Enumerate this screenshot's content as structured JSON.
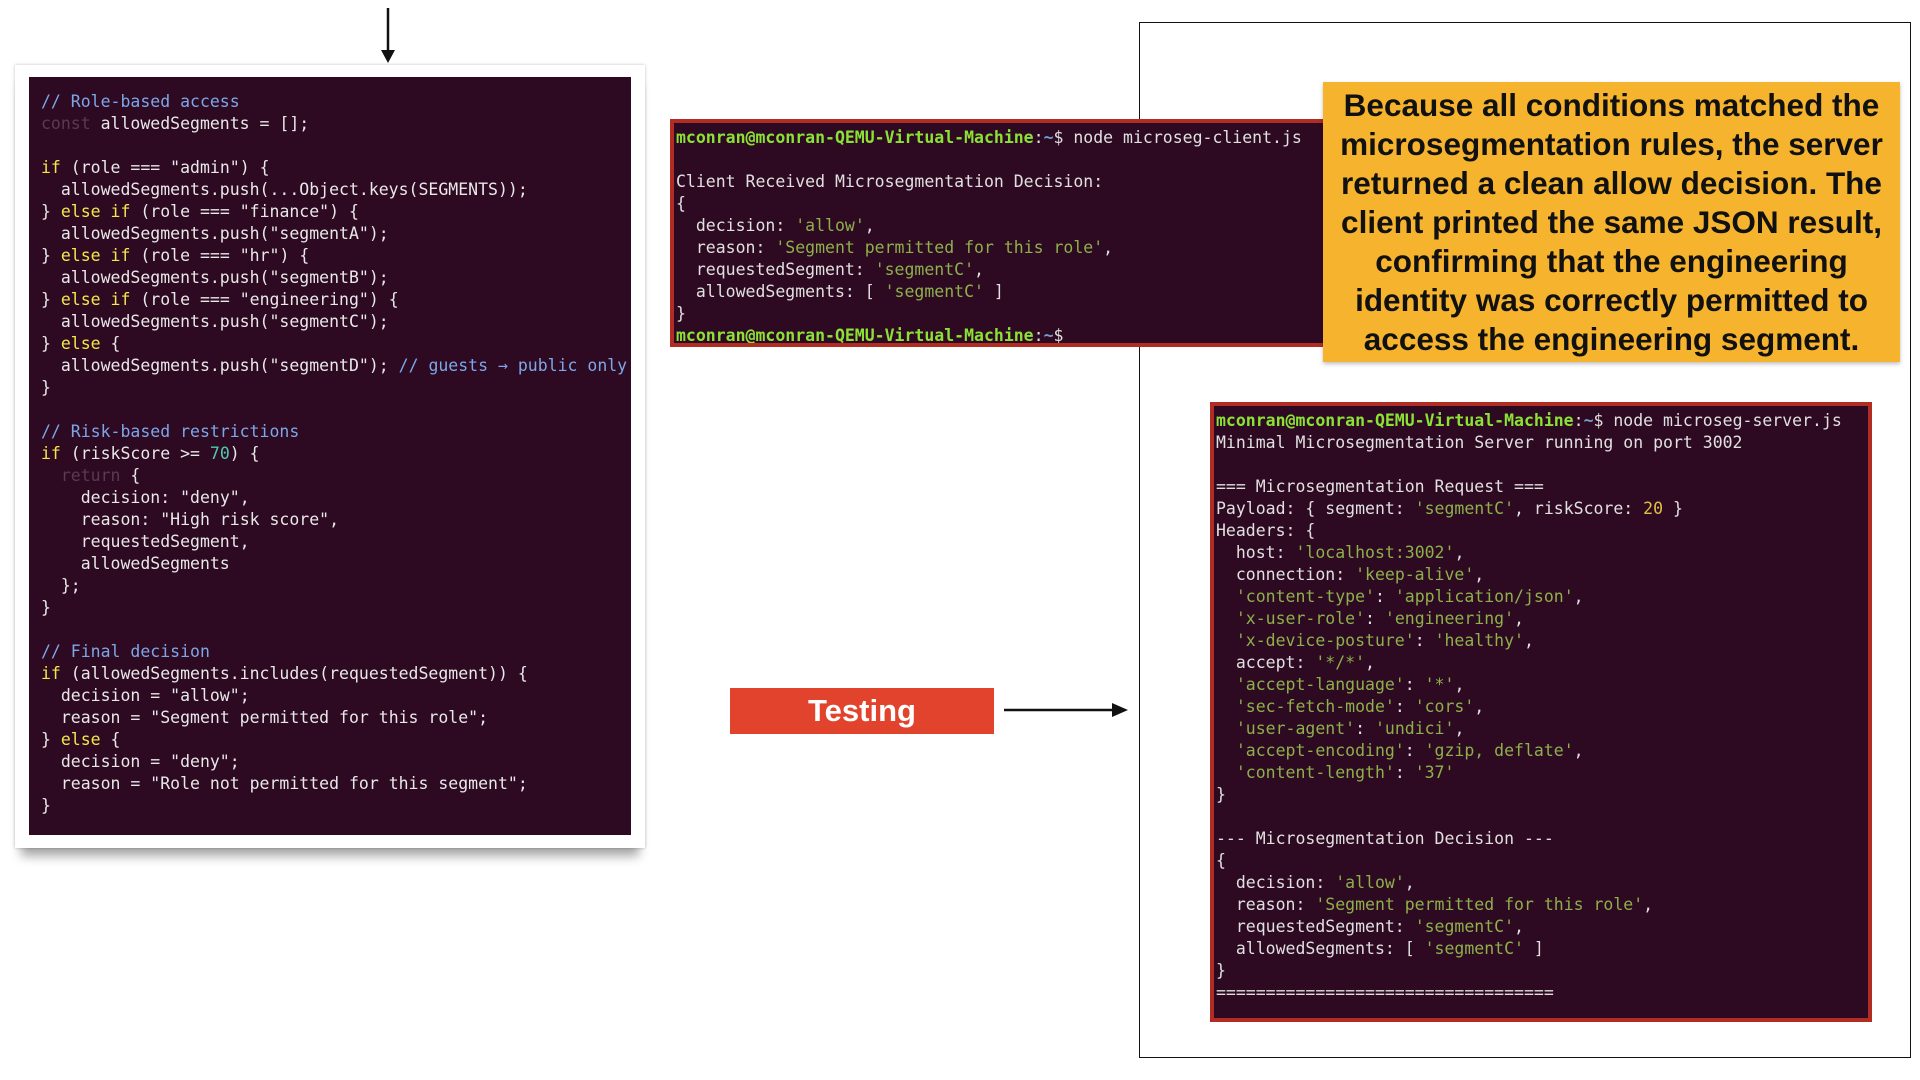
{
  "code": {
    "lines": [
      [
        [
          "c-comment",
          "// Role-based access"
        ]
      ],
      [
        [
          "c-dim",
          "const"
        ],
        [
          "c-plain",
          " allowedSegments = [];"
        ]
      ],
      [
        [
          "c-plain",
          ""
        ]
      ],
      [
        [
          "c-kw",
          "if"
        ],
        [
          "c-plain",
          " (role === "
        ],
        [
          "c-str",
          "\"admin\""
        ],
        [
          "c-plain",
          ") {"
        ]
      ],
      [
        [
          "c-plain",
          "  allowedSegments.push(...Object.keys(SEGMENTS));"
        ]
      ],
      [
        [
          "c-plain",
          "} "
        ],
        [
          "c-kw",
          "else if"
        ],
        [
          "c-plain",
          " (role === "
        ],
        [
          "c-str",
          "\"finance\""
        ],
        [
          "c-plain",
          ") {"
        ]
      ],
      [
        [
          "c-plain",
          "  allowedSegments.push("
        ],
        [
          "c-str",
          "\"segmentA\""
        ],
        [
          "c-plain",
          ");"
        ]
      ],
      [
        [
          "c-plain",
          "} "
        ],
        [
          "c-kw",
          "else if"
        ],
        [
          "c-plain",
          " (role === "
        ],
        [
          "c-str",
          "\"hr\""
        ],
        [
          "c-plain",
          ") {"
        ]
      ],
      [
        [
          "c-plain",
          "  allowedSegments.push("
        ],
        [
          "c-str",
          "\"segmentB\""
        ],
        [
          "c-plain",
          ");"
        ]
      ],
      [
        [
          "c-plain",
          "} "
        ],
        [
          "c-kw",
          "else if"
        ],
        [
          "c-plain",
          " (role === "
        ],
        [
          "c-str",
          "\"engineering\""
        ],
        [
          "c-plain",
          ") {"
        ]
      ],
      [
        [
          "c-plain",
          "  allowedSegments.push("
        ],
        [
          "c-str",
          "\"segmentC\""
        ],
        [
          "c-plain",
          ");"
        ]
      ],
      [
        [
          "c-plain",
          "} "
        ],
        [
          "c-kw",
          "else"
        ],
        [
          "c-plain",
          " {"
        ]
      ],
      [
        [
          "c-plain",
          "  allowedSegments.push("
        ],
        [
          "c-str",
          "\"segmentD\""
        ],
        [
          "c-plain",
          "); "
        ],
        [
          "c-comment",
          "// guests → public only"
        ]
      ],
      [
        [
          "c-plain",
          "}"
        ]
      ],
      [
        [
          "c-plain",
          ""
        ]
      ],
      [
        [
          "c-comment",
          "// Risk-based restrictions"
        ]
      ],
      [
        [
          "c-kw",
          "if"
        ],
        [
          "c-plain",
          " (riskScore >= "
        ],
        [
          "c-num",
          "70"
        ],
        [
          "c-plain",
          ") {"
        ]
      ],
      [
        [
          "c-dim",
          "  return"
        ],
        [
          "c-plain",
          " {"
        ]
      ],
      [
        [
          "c-plain",
          "    decision: "
        ],
        [
          "c-str",
          "\"deny\""
        ],
        [
          "c-plain",
          ","
        ]
      ],
      [
        [
          "c-plain",
          "    reason: "
        ],
        [
          "c-str",
          "\"High risk score\""
        ],
        [
          "c-plain",
          ","
        ]
      ],
      [
        [
          "c-plain",
          "    requestedSegment,"
        ]
      ],
      [
        [
          "c-plain",
          "    allowedSegments"
        ]
      ],
      [
        [
          "c-plain",
          "  };"
        ]
      ],
      [
        [
          "c-plain",
          "}"
        ]
      ],
      [
        [
          "c-plain",
          ""
        ]
      ],
      [
        [
          "c-comment",
          "// Final decision"
        ]
      ],
      [
        [
          "c-kw",
          "if"
        ],
        [
          "c-plain",
          " (allowedSegments.includes(requestedSegment)) {"
        ]
      ],
      [
        [
          "c-plain",
          "  decision = "
        ],
        [
          "c-str",
          "\"allow\""
        ],
        [
          "c-plain",
          ";"
        ]
      ],
      [
        [
          "c-plain",
          "  reason = "
        ],
        [
          "c-str",
          "\"Segment permitted for this role\""
        ],
        [
          "c-plain",
          ";"
        ]
      ],
      [
        [
          "c-plain",
          "} "
        ],
        [
          "c-kw",
          "else"
        ],
        [
          "c-plain",
          " {"
        ]
      ],
      [
        [
          "c-plain",
          "  decision = "
        ],
        [
          "c-str",
          "\"deny\""
        ],
        [
          "c-plain",
          ";"
        ]
      ],
      [
        [
          "c-plain",
          "  reason = "
        ],
        [
          "c-str",
          "\"Role not permitted for this segment\""
        ],
        [
          "c-plain",
          ";"
        ]
      ],
      [
        [
          "c-plain",
          "}"
        ]
      ]
    ]
  },
  "client_terminal": {
    "lines": [
      [
        [
          "t-green",
          "mconran@mconran-QEMU-Virtual-Machine"
        ],
        [
          "t-plain",
          ":"
        ],
        [
          "t-blue",
          "~"
        ],
        [
          "t-plain",
          "$ node microseg-client.js"
        ]
      ],
      [
        [
          "t-plain",
          ""
        ]
      ],
      [
        [
          "t-plain",
          "Client Received Microsegmentation Decision:"
        ]
      ],
      [
        [
          "t-plain",
          "{"
        ]
      ],
      [
        [
          "t-plain",
          "  decision: "
        ],
        [
          "t-str",
          "'allow'"
        ],
        [
          "t-plain",
          ","
        ]
      ],
      [
        [
          "t-plain",
          "  reason: "
        ],
        [
          "t-str",
          "'Segment permitted for this role'"
        ],
        [
          "t-plain",
          ","
        ]
      ],
      [
        [
          "t-plain",
          "  requestedSegment: "
        ],
        [
          "t-str",
          "'segmentC'"
        ],
        [
          "t-plain",
          ","
        ]
      ],
      [
        [
          "t-plain",
          "  allowedSegments: [ "
        ],
        [
          "t-str",
          "'segmentC'"
        ],
        [
          "t-plain",
          " ]"
        ]
      ],
      [
        [
          "t-plain",
          "}"
        ]
      ],
      [
        [
          "t-green",
          "mconran@mconran-QEMU-Virtual-Machine"
        ],
        [
          "t-plain",
          ":"
        ],
        [
          "t-blue",
          "~"
        ],
        [
          "t-plain",
          "$"
        ]
      ]
    ]
  },
  "server_terminal": {
    "lines": [
      [
        [
          "t-green",
          "mconran@mconran-QEMU-Virtual-Machine"
        ],
        [
          "t-plain",
          ":"
        ],
        [
          "t-blue",
          "~"
        ],
        [
          "t-plain",
          "$ node microseg-server.js"
        ]
      ],
      [
        [
          "t-plain",
          "Minimal Microsegmentation Server running on port 3002"
        ]
      ],
      [
        [
          "t-plain",
          ""
        ]
      ],
      [
        [
          "t-plain",
          "=== Microsegmentation Request ==="
        ]
      ],
      [
        [
          "t-plain",
          "Payload: { segment: "
        ],
        [
          "t-str",
          "'segmentC'"
        ],
        [
          "t-plain",
          ", riskScore: "
        ],
        [
          "t-num",
          "20"
        ],
        [
          "t-plain",
          " }"
        ]
      ],
      [
        [
          "t-plain",
          "Headers: {"
        ]
      ],
      [
        [
          "t-plain",
          "  host: "
        ],
        [
          "t-str",
          "'localhost:3002'"
        ],
        [
          "t-plain",
          ","
        ]
      ],
      [
        [
          "t-plain",
          "  connection: "
        ],
        [
          "t-str",
          "'keep-alive'"
        ],
        [
          "t-plain",
          ","
        ]
      ],
      [
        [
          "t-str",
          "  'content-type'"
        ],
        [
          "t-plain",
          ": "
        ],
        [
          "t-str",
          "'application/json'"
        ],
        [
          "t-plain",
          ","
        ]
      ],
      [
        [
          "t-str",
          "  'x-user-role'"
        ],
        [
          "t-plain",
          ": "
        ],
        [
          "t-str",
          "'engineering'"
        ],
        [
          "t-plain",
          ","
        ]
      ],
      [
        [
          "t-str",
          "  'x-device-posture'"
        ],
        [
          "t-plain",
          ": "
        ],
        [
          "t-str",
          "'healthy'"
        ],
        [
          "t-plain",
          ","
        ]
      ],
      [
        [
          "t-plain",
          "  accept: "
        ],
        [
          "t-str",
          "'*/*'"
        ],
        [
          "t-plain",
          ","
        ]
      ],
      [
        [
          "t-str",
          "  'accept-language'"
        ],
        [
          "t-plain",
          ": "
        ],
        [
          "t-str",
          "'*'"
        ],
        [
          "t-plain",
          ","
        ]
      ],
      [
        [
          "t-str",
          "  'sec-fetch-mode'"
        ],
        [
          "t-plain",
          ": "
        ],
        [
          "t-str",
          "'cors'"
        ],
        [
          "t-plain",
          ","
        ]
      ],
      [
        [
          "t-str",
          "  'user-agent'"
        ],
        [
          "t-plain",
          ": "
        ],
        [
          "t-str",
          "'undici'"
        ],
        [
          "t-plain",
          ","
        ]
      ],
      [
        [
          "t-str",
          "  'accept-encoding'"
        ],
        [
          "t-plain",
          ": "
        ],
        [
          "t-str",
          "'gzip, deflate'"
        ],
        [
          "t-plain",
          ","
        ]
      ],
      [
        [
          "t-str",
          "  'content-length'"
        ],
        [
          "t-plain",
          ": "
        ],
        [
          "t-str",
          "'37'"
        ]
      ],
      [
        [
          "t-plain",
          "}"
        ]
      ],
      [
        [
          "t-plain",
          ""
        ]
      ],
      [
        [
          "t-plain",
          "--- Microsegmentation Decision ---"
        ]
      ],
      [
        [
          "t-plain",
          "{"
        ]
      ],
      [
        [
          "t-plain",
          "  decision: "
        ],
        [
          "t-str",
          "'allow'"
        ],
        [
          "t-plain",
          ","
        ]
      ],
      [
        [
          "t-plain",
          "  reason: "
        ],
        [
          "t-str",
          "'Segment permitted for this role'"
        ],
        [
          "t-plain",
          ","
        ]
      ],
      [
        [
          "t-plain",
          "  requestedSegment: "
        ],
        [
          "t-str",
          "'segmentC'"
        ],
        [
          "t-plain",
          ","
        ]
      ],
      [
        [
          "t-plain",
          "  allowedSegments: [ "
        ],
        [
          "t-str",
          "'segmentC'"
        ],
        [
          "t-plain",
          " ]"
        ]
      ],
      [
        [
          "t-plain",
          "}"
        ]
      ],
      [
        [
          "t-plain",
          "=================================="
        ]
      ]
    ]
  },
  "callout": {
    "text_before": "Because all conditions matched the microsegmentation rules, the server returned a clean ",
    "text_bold": "allow",
    "text_after": " decision. The client printed the same JSON result, confirming that the engineering identity was correctly permitted to access the engineering segment."
  },
  "testing_label": "Testing",
  "colors": {
    "terminal_bg": "#2d0a22",
    "terminal_border": "#b12c22",
    "callout_bg": "#f5b32e",
    "testing_bg": "#e2432c"
  }
}
